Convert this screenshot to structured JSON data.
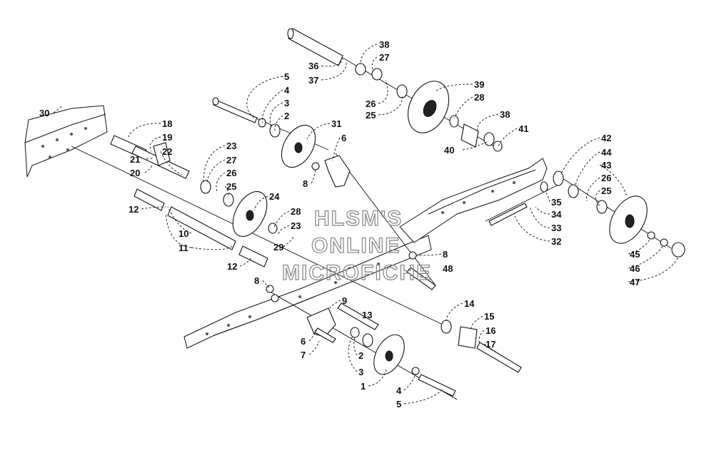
{
  "watermark": {
    "line1": "HLSM'S",
    "line2": "ONLINE",
    "line3": "MICROFICHE"
  },
  "callouts": [
    {
      "id": "c5a",
      "label": "5"
    },
    {
      "id": "c4a",
      "label": "4"
    },
    {
      "id": "c3a",
      "label": "3"
    },
    {
      "id": "c2a",
      "label": "2"
    },
    {
      "id": "c38a",
      "label": "38"
    },
    {
      "id": "c27a",
      "label": "27"
    },
    {
      "id": "c36",
      "label": "36"
    },
    {
      "id": "c37",
      "label": "37"
    },
    {
      "id": "c26a",
      "label": "26"
    },
    {
      "id": "c25a",
      "label": "25"
    },
    {
      "id": "c39",
      "label": "39"
    },
    {
      "id": "c28a",
      "label": "28"
    },
    {
      "id": "c38b",
      "label": "38"
    },
    {
      "id": "c41",
      "label": "41"
    },
    {
      "id": "c40",
      "label": "40"
    },
    {
      "id": "c30",
      "label": "30"
    },
    {
      "id": "c18",
      "label": "18"
    },
    {
      "id": "c19",
      "label": "19"
    },
    {
      "id": "c22",
      "label": "22"
    },
    {
      "id": "c21",
      "label": "21"
    },
    {
      "id": "c20",
      "label": "20"
    },
    {
      "id": "c23a",
      "label": "23"
    },
    {
      "id": "c27b",
      "label": "27"
    },
    {
      "id": "c26b",
      "label": "26"
    },
    {
      "id": "c25b",
      "label": "25"
    },
    {
      "id": "c31",
      "label": "31"
    },
    {
      "id": "c6a",
      "label": "6"
    },
    {
      "id": "c8a",
      "label": "8"
    },
    {
      "id": "c24",
      "label": "24"
    },
    {
      "id": "c28b",
      "label": "28"
    },
    {
      "id": "c23b",
      "label": "23"
    },
    {
      "id": "c29",
      "label": "29"
    },
    {
      "id": "c12a",
      "label": "12"
    },
    {
      "id": "c10",
      "label": "10"
    },
    {
      "id": "c11",
      "label": "11"
    },
    {
      "id": "c12b",
      "label": "12"
    },
    {
      "id": "c42",
      "label": "42"
    },
    {
      "id": "c44",
      "label": "44"
    },
    {
      "id": "c43",
      "label": "43"
    },
    {
      "id": "c26c",
      "label": "26"
    },
    {
      "id": "c25c",
      "label": "25"
    },
    {
      "id": "c35",
      "label": "35"
    },
    {
      "id": "c34",
      "label": "34"
    },
    {
      "id": "c33",
      "label": "33"
    },
    {
      "id": "c32",
      "label": "32"
    },
    {
      "id": "c8b",
      "label": "8"
    },
    {
      "id": "c48",
      "label": "48"
    },
    {
      "id": "c45",
      "label": "45"
    },
    {
      "id": "c46",
      "label": "46"
    },
    {
      "id": "c47",
      "label": "47"
    },
    {
      "id": "c8c",
      "label": "8"
    },
    {
      "id": "c9",
      "label": "9"
    },
    {
      "id": "c13",
      "label": "13"
    },
    {
      "id": "c14",
      "label": "14"
    },
    {
      "id": "c15",
      "label": "15"
    },
    {
      "id": "c16",
      "label": "16"
    },
    {
      "id": "c17",
      "label": "17"
    },
    {
      "id": "c6b",
      "label": "6"
    },
    {
      "id": "c7",
      "label": "7"
    },
    {
      "id": "c2b",
      "label": "2"
    },
    {
      "id": "c3b",
      "label": "3"
    },
    {
      "id": "c1",
      "label": "1"
    },
    {
      "id": "c4b",
      "label": "4"
    },
    {
      "id": "c5b",
      "label": "5"
    }
  ]
}
